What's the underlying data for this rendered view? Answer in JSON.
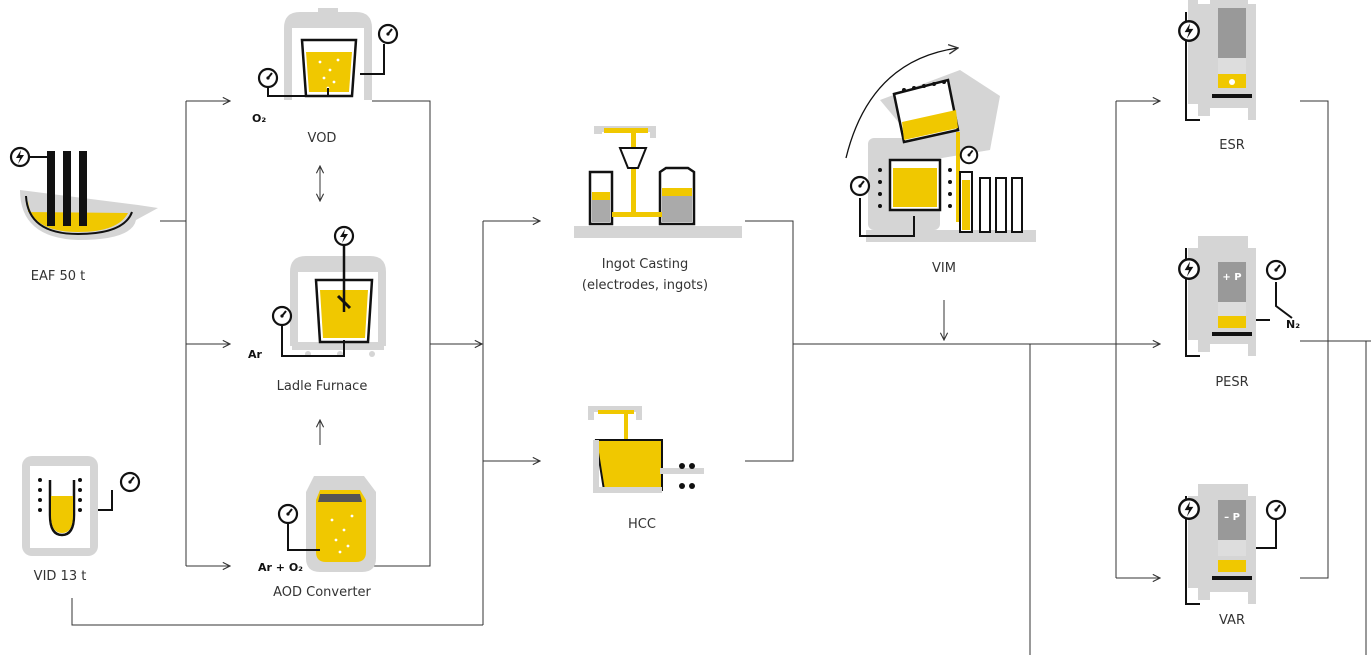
{
  "colors": {
    "melt": "#f0c800",
    "equipment": "#d5d5d5",
    "outline": "#111111",
    "flow_line": "#333333"
  },
  "nodes": {
    "eaf": "EAF 50 t",
    "vid": "VID 13 t",
    "vod": "VOD",
    "ladle": "Ladle Furnace",
    "aod": "AOD Converter",
    "ingot_line1": "Ingot Casting",
    "ingot_line2": "(electrodes, ingots)",
    "hcc": "HCC",
    "vim": "VIM",
    "esr": "ESR",
    "pesr": "PESR",
    "var": "VAR"
  },
  "gas_labels": {
    "vod": "O₂",
    "ladle": "Ar",
    "aod": "Ar + O₂",
    "pesr": "N₂"
  },
  "electrode_marks": {
    "pesr": "+ P",
    "var": "– P"
  }
}
